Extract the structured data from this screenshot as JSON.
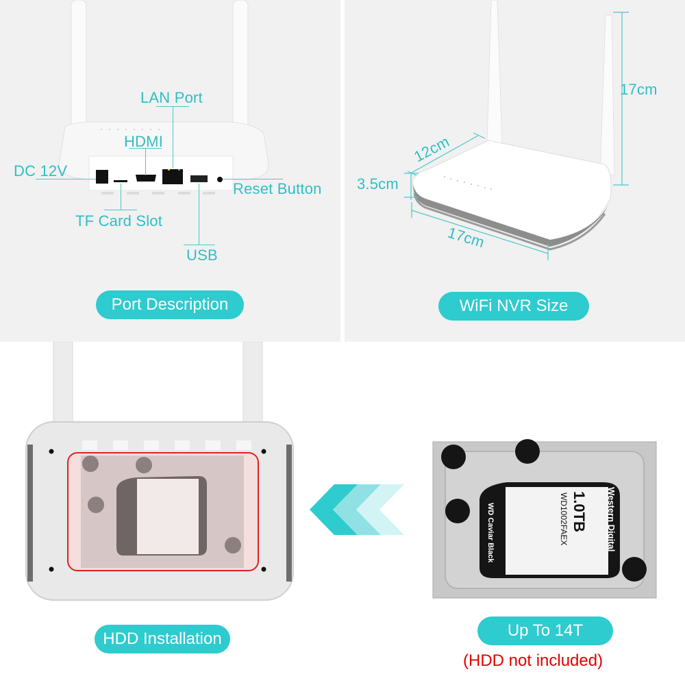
{
  "panels": {
    "ports": {
      "caption": "Port Description",
      "labels": {
        "lan": "LAN Port",
        "hdmi": "HDMI",
        "dc": "DC 12V",
        "reset": "Reset Button",
        "tf": "TF Card Slot",
        "usb": "USB"
      }
    },
    "size": {
      "caption": "WiFi NVR Size",
      "dimensions": {
        "antenna_height": "17cm",
        "depth": "12cm",
        "height": "3.5cm",
        "width": "17cm"
      }
    },
    "hdd_install": {
      "caption": "HDD Installation"
    },
    "hdd_capacity": {
      "caption": "Up To 14T",
      "note": "(HDD not included)",
      "drive": {
        "brand": "Western Digital",
        "capacity": "1.0TB",
        "model": "WD1002FAEX",
        "series": "WD Caviar Black"
      }
    }
  },
  "colors": {
    "accent": "#2ecbcf",
    "note_red": "#e10000",
    "panel_bg": "#f1f1f1",
    "highlight_border": "#e02020"
  }
}
